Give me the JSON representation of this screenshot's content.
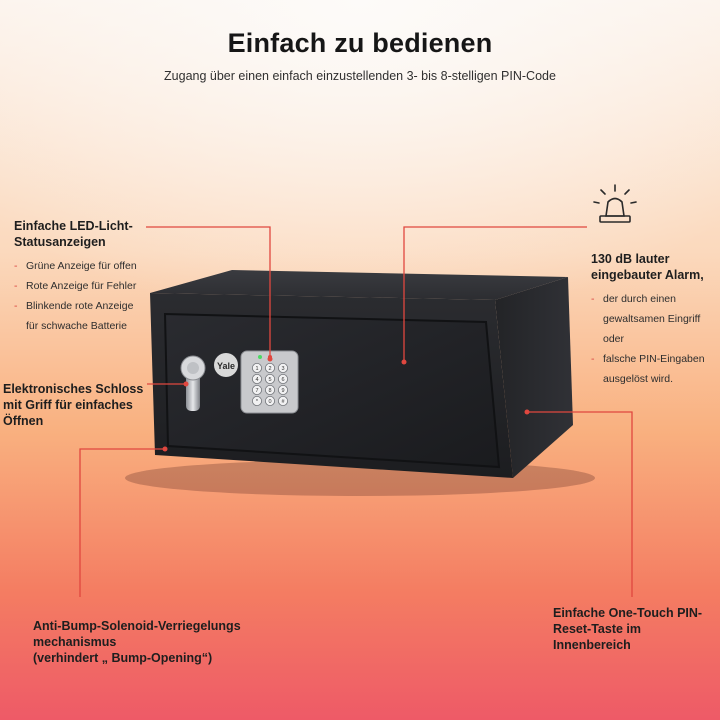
{
  "header": {
    "title": "Einfach zu bedienen",
    "subtitle": "Zugang über einen einfach einzustellenden 3- bis 8-stelligen PIN-Code"
  },
  "callouts": {
    "led": {
      "title_line1": "Einfache LED-Licht-",
      "title_line2": "Statusanzeigen",
      "items": [
        "Grüne Anzeige für offen",
        "Rote Anzeige für Fehler",
        "Blinkende rote Anzeige"
      ],
      "item_cont": "für schwache Batterie"
    },
    "alarm": {
      "title_line1": "130 dB lauter",
      "title_line2": "eingebauter Alarm,",
      "item1_line1": "der durch einen",
      "item1_line2": "gewaltsamen Eingriff",
      "item1_line3": "oder",
      "item2_line1": "falsche PIN-Eingaben",
      "item2_line2": "ausgelöst wird."
    },
    "lock": {
      "line1": "Elektronisches Schloss",
      "line2": "mit Griff für einfaches",
      "line3": "Öffnen"
    },
    "bump": {
      "line1": "Anti-Bump-Solenoid-Verriegelungs",
      "line2": "mechanismus",
      "line3": "(verhindert „ Bump-Opening“)"
    },
    "reset": {
      "line1": "Einfache One-Touch PIN-",
      "line2": "Reset-Taste im",
      "line3": "Innenbereich"
    }
  },
  "safe": {
    "brand": "Yale",
    "keys": [
      "1",
      "2",
      "3",
      "4",
      "5",
      "6",
      "7",
      "8",
      "9",
      "*",
      "0",
      "#"
    ]
  },
  "colors": {
    "accent_line": "#e0473f",
    "safe_body": "#2a2b2f"
  },
  "icons": {
    "alarm": "alarm-light-icon"
  }
}
